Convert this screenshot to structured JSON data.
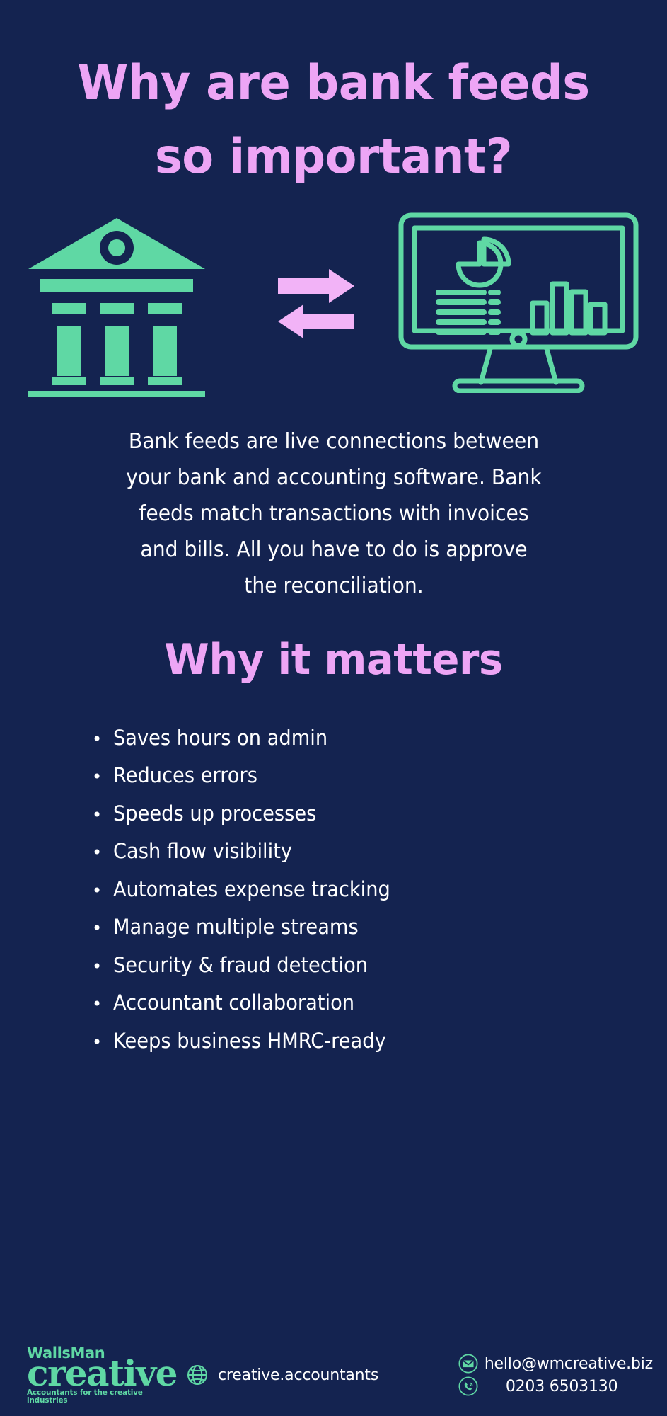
{
  "colors": {
    "background": "#142350",
    "accent_pink": "#eda5f5",
    "accent_green": "#5fd8a4",
    "text_white": "#ffffff"
  },
  "title": {
    "line1": "Why are bank feeds",
    "line2": "so important?"
  },
  "illustration": {
    "bank_icon_name": "bank-building-icon",
    "arrows_icon_name": "two-way-sync-arrows-icon",
    "monitor_icon_name": "desktop-monitor-dashboard-icon",
    "monitor_screen": {
      "pie_chart": "pie-chart-icon",
      "list_lines": 5,
      "bar_chart_bars": 4
    }
  },
  "body": {
    "paragraph": "Bank feeds are live connections between your bank and accounting software. Bank feeds match transactions with invoices and bills. All you have to do is approve the reconciliation."
  },
  "section": {
    "heading": "Why it matters",
    "bullets": [
      "Saves hours on admin",
      "Reduces errors",
      "Speeds up processes",
      "Cash flow visibility",
      "Automates expense tracking",
      "Manage multiple streams",
      "Security & fraud detection",
      "Accountant collaboration",
      "Keeps business HMRC-ready"
    ],
    "bullet_marker": "•"
  },
  "footer": {
    "logo": {
      "brand_top": "WallsMan",
      "brand_main": "creative",
      "tagline": "Accountants for the creative industries"
    },
    "website": {
      "icon": "globe-icon",
      "text": "creative.accountants"
    },
    "email": {
      "icon": "envelope-icon",
      "text": "hello@wmcreative.biz"
    },
    "phone": {
      "icon": "phone-icon",
      "text": "0203 6503130"
    }
  }
}
